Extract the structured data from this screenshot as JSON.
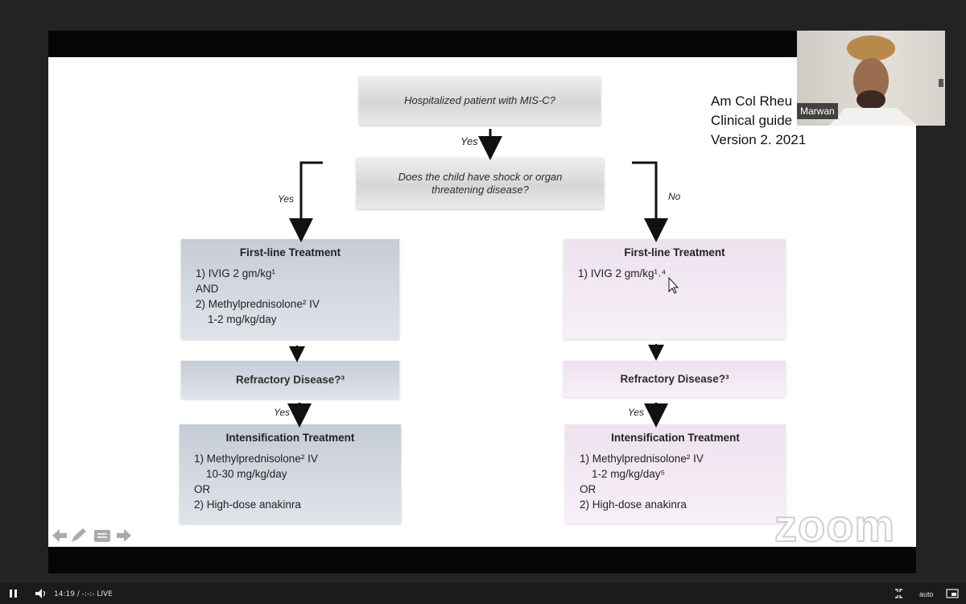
{
  "slide": {
    "top_question": "Hospitalized patient with MIS-C?",
    "yes_top": "Yes",
    "second_question": "Does the child have shock or organ threatening disease?",
    "yes_left": "Yes",
    "no_right": "No",
    "left": {
      "first_title": "First-line Treatment",
      "first_lines": [
        "1) IVIG 2 gm/kg¹",
        "AND",
        "2) Methylprednisolone² IV",
        "    1-2 mg/kg/day"
      ],
      "refractory": "Refractory Disease?³",
      "yes_label": "Yes",
      "intens_title": "Intensification Treatment",
      "intens_lines": [
        "1) Methylprednisolone² IV",
        "    10-30 mg/kg/day",
        "OR",
        "2) High-dose anakinra"
      ]
    },
    "right": {
      "first_title": "First-line Treatment",
      "first_lines": [
        "1) IVIG 2 gm/kg¹˒⁴"
      ],
      "refractory": "Refractory Disease?³",
      "yes_label": "Yes",
      "intens_title": "Intensification Treatment",
      "intens_lines": [
        "1) Methylprednisolone² IV",
        "    1-2 mg/kg/day⁵",
        "OR",
        "2) High-dose anakinra"
      ]
    },
    "reference": [
      "Am Col Rheu",
      "Clinical guide",
      "Version 2.  2021"
    ]
  },
  "participant": {
    "name": "Marwan"
  },
  "watermark": "zoom",
  "player": {
    "time": "14:19 / -:-:- LIVE",
    "quality": "auto"
  },
  "colors": {
    "accent": "#2d2d2d"
  }
}
